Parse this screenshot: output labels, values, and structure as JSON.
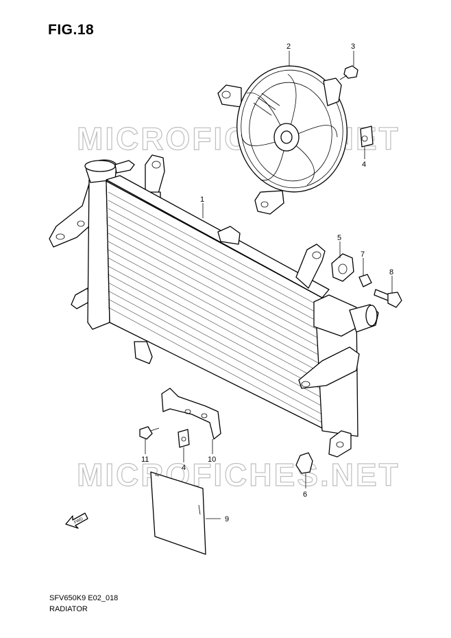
{
  "figure": {
    "title": "FIG.18",
    "model_code": "SFV650K9 E02_018",
    "name": "RADIATOR",
    "watermark": "MICROFICHES.NET"
  },
  "direction_label": "FWD",
  "callouts": [
    "1",
    "2",
    "3",
    "4",
    "4",
    "5",
    "6",
    "7",
    "8",
    "9",
    "10",
    "11"
  ]
}
